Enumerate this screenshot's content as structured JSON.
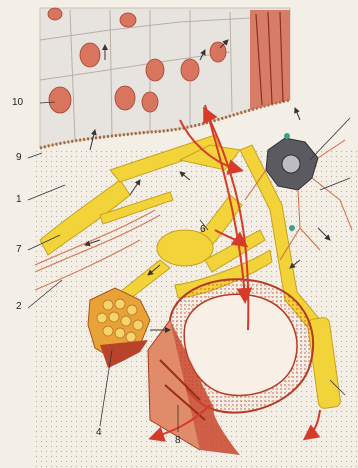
{
  "labels": {
    "l1": "1",
    "l2": "2",
    "l4": "4",
    "l6": "6",
    "l7": "7",
    "l8": "8",
    "l9": "9",
    "l10": "10"
  },
  "colors": {
    "epithelium": "#e7e3de",
    "nucleus": "#d9755e",
    "astrocyte": "#f2d33a",
    "vessel_wall": "#c9452b",
    "tissue": "#efe3d2",
    "dark_cell": "#5b5a60",
    "arrow_red": "#d63b2a",
    "arrow_dark": "#3a3330"
  }
}
